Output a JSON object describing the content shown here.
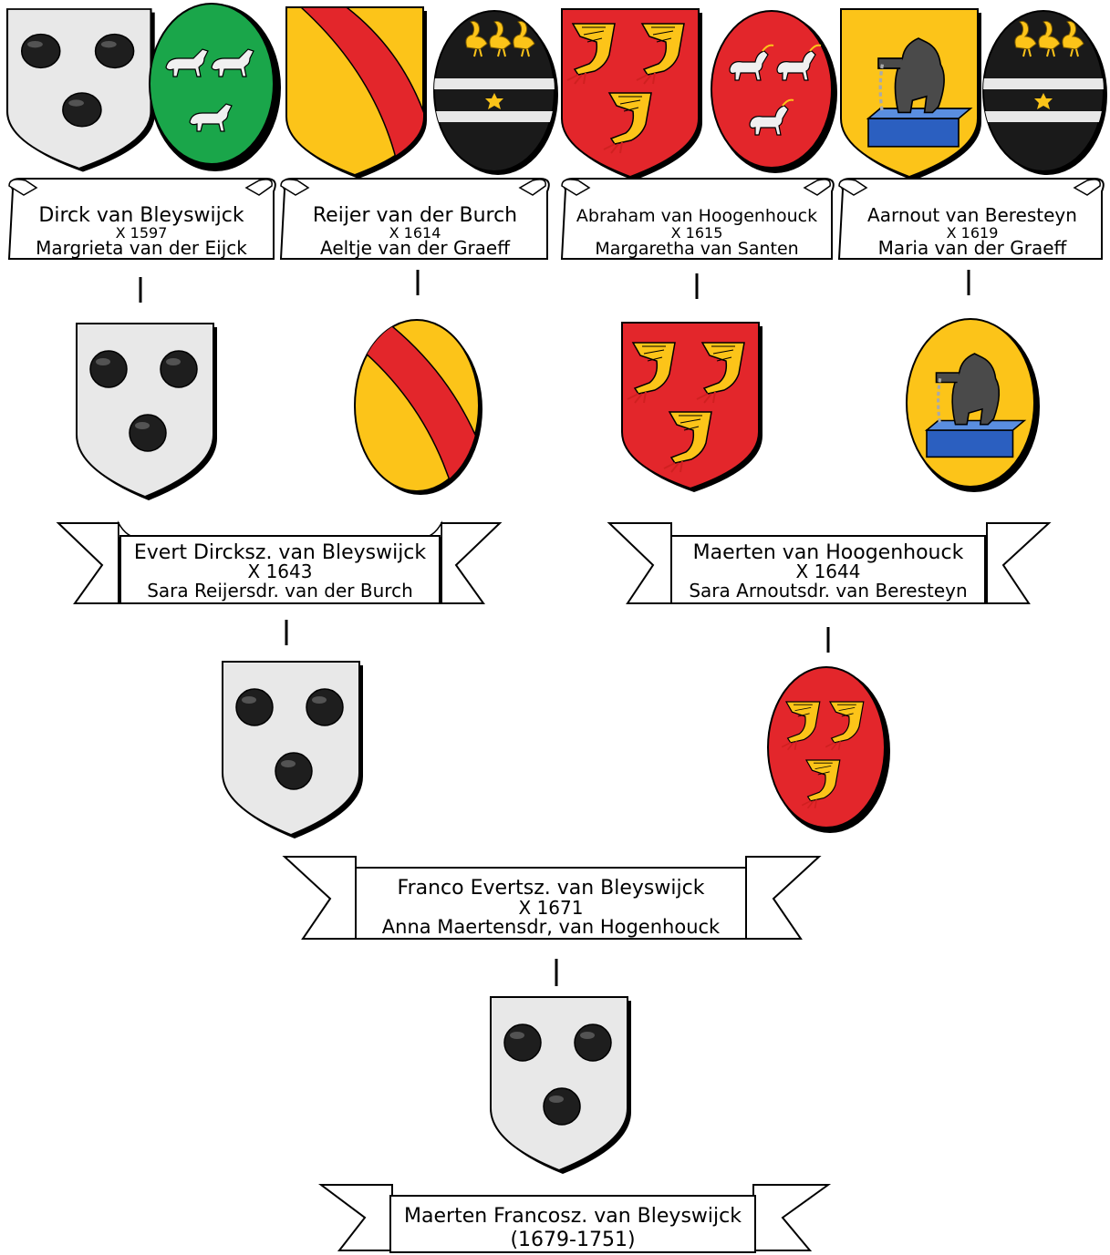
{
  "generation_1": [
    {
      "husband": "Dirck van Bleyswijck",
      "marriage": "X 1597",
      "wife": "Margrieta van der Eijck",
      "arms": [
        "bleyswijck-shield",
        "eijck-horses-oval"
      ]
    },
    {
      "husband": "Reijer van der Burch",
      "marriage": "X 1614",
      "wife": "Aeltje van der Graeff",
      "arms": [
        "burch-bend-shield",
        "graeff-herons-oval"
      ]
    },
    {
      "husband": "Abraham van Hoogenhouck",
      "marriage": "X 1615",
      "wife": "Margaretha van Santen",
      "arms": [
        "hoogenhouck-claws-shield",
        "santen-goats-oval"
      ]
    },
    {
      "husband": "Aarnout van Beresteyn",
      "marriage": "X 1619",
      "wife": "Maria van der Graeff",
      "arms": [
        "beresteyn-boar-shield",
        "graeff-herons-oval"
      ]
    }
  ],
  "generation_2": [
    {
      "husband": "Evert Dircksz. van Bleyswijck",
      "marriage": "X 1643",
      "wife": "Sara Reijersdr. van der Burch",
      "arms": [
        "bleyswijck-shield",
        "burch-bend-oval"
      ]
    },
    {
      "husband": "Maerten van Hoogenhouck",
      "marriage": "X 1644",
      "wife": "Sara Arnoutsdr. van Beresteyn",
      "arms": [
        "hoogenhouck-claws-shield",
        "beresteyn-boar-oval"
      ]
    }
  ],
  "generation_3": {
    "husband": "Franco Evertsz. van Bleyswijck",
    "marriage": "X 1671",
    "wife": "Anna Maertensdr, van Hogenhouck",
    "arms": [
      "bleyswijck-shield",
      "hoogenhouck-claws-oval"
    ]
  },
  "generation_4": {
    "name": "Maerten Francosz. van Bleyswijck",
    "dates": "(1679-1751)",
    "arms": [
      "bleyswijck-shield"
    ]
  },
  "colors": {
    "argent": "#e8e8e8",
    "sable": "#1e1e1e",
    "gules": "#e3262b",
    "or": "#fcc419",
    "vert": "#1aa64a",
    "azure": "#2b5fc0",
    "boar": "#4a4a4a"
  }
}
